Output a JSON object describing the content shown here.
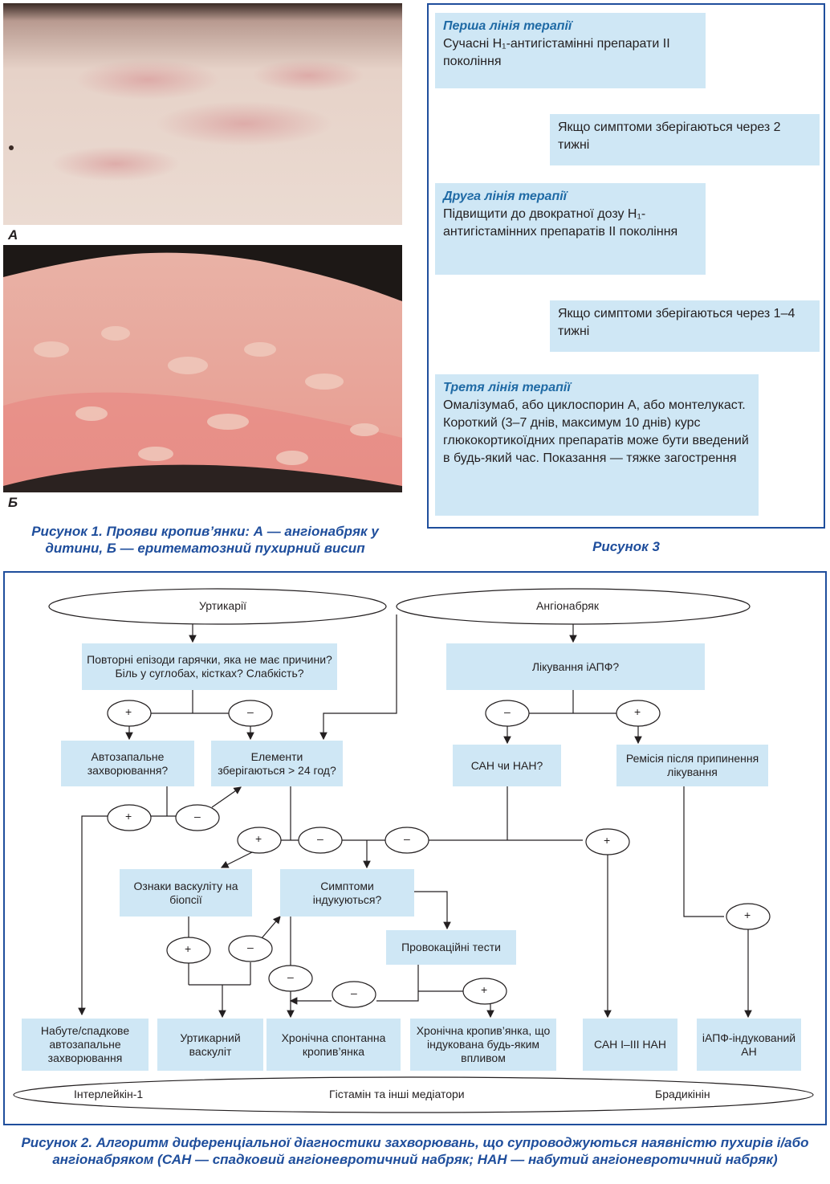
{
  "figure1": {
    "label_a": "А",
    "label_b": "Б",
    "caption": "Рисунок 1. Прояви кропив’янки: А — ангіонабряк у дитини, Б — еритематозний пухирний висип"
  },
  "figure3": {
    "caption": "Рисунок 3",
    "line1_title": "Перша лінія терапії",
    "line1_text": "Сучасні H₁-антигістамінні препарати ІІ покоління",
    "step1": "Якщо симптоми зберігаються через 2 тижні",
    "line2_title": "Друга лінія терапії",
    "line2_text": "Підвищити до двократної дозу H₁- антигістамінних препаратів ІІ покоління",
    "step2": "Якщо симптоми зберігаються через 1–4 тижні",
    "line3_title": "Третя лінія терапії",
    "line3_text": "Омалізумаб, або циклоспорин А, або монтелукаст. Короткий (3–7 днів, максимум 10 днів) курс глюкокортикоїдних препаратів може бути введений в будь-який час. Показання — тяжке загострення"
  },
  "figure2": {
    "caption": "Рисунок 2. Алгоритм диференціальної діагностики захворювань, що супроводжуються наявністю пухирів і/або ангіонабряком (САН — спадковий ангіоневротичний набряк; НАН — набутий ангіоневротичний набряк)",
    "ellipse_left": "Уртикарії",
    "ellipse_right": "Ангіонабряк",
    "q_fever": "Повторні епізоди гарячки, яка не має причини? Біль у суглобах, кістках? Слабкість?",
    "q_acei": "Лікування іАПФ?",
    "autoinflam": "Автозапальне захворювання?",
    "elements": "Елементи зберігаються > 24 год?",
    "san_nan_q": "САН чи НАН?",
    "remission": "Ремісія після припинення лікування",
    "vasculitis_signs": "Ознаки васкуліту на біопсії",
    "induced_q": "Симптоми індукуються?",
    "provocation": "Провокаційні тести",
    "res_autoinflam": "Набуте/спадкове автозапальне захворювання",
    "res_vasculitis": "Уртикарний васкуліт",
    "res_spontaneous": "Хронічна спонтанна кропив’янка",
    "res_induced": "Хронічна кропив’янка, що індукована будь-яким впливом",
    "res_san": "САН І–ІІІ НАН",
    "res_acei": "іАПФ-індукований АН",
    "bottom_left": "Інтерлейкін-1",
    "bottom_mid": "Гістамін та інші медіатори",
    "bottom_right": "Брадикінін",
    "plus": "+",
    "minus": "–"
  },
  "colors": {
    "accent": "#1f4e9c",
    "box": "#cfe7f5",
    "heading": "#1f6aa5"
  }
}
